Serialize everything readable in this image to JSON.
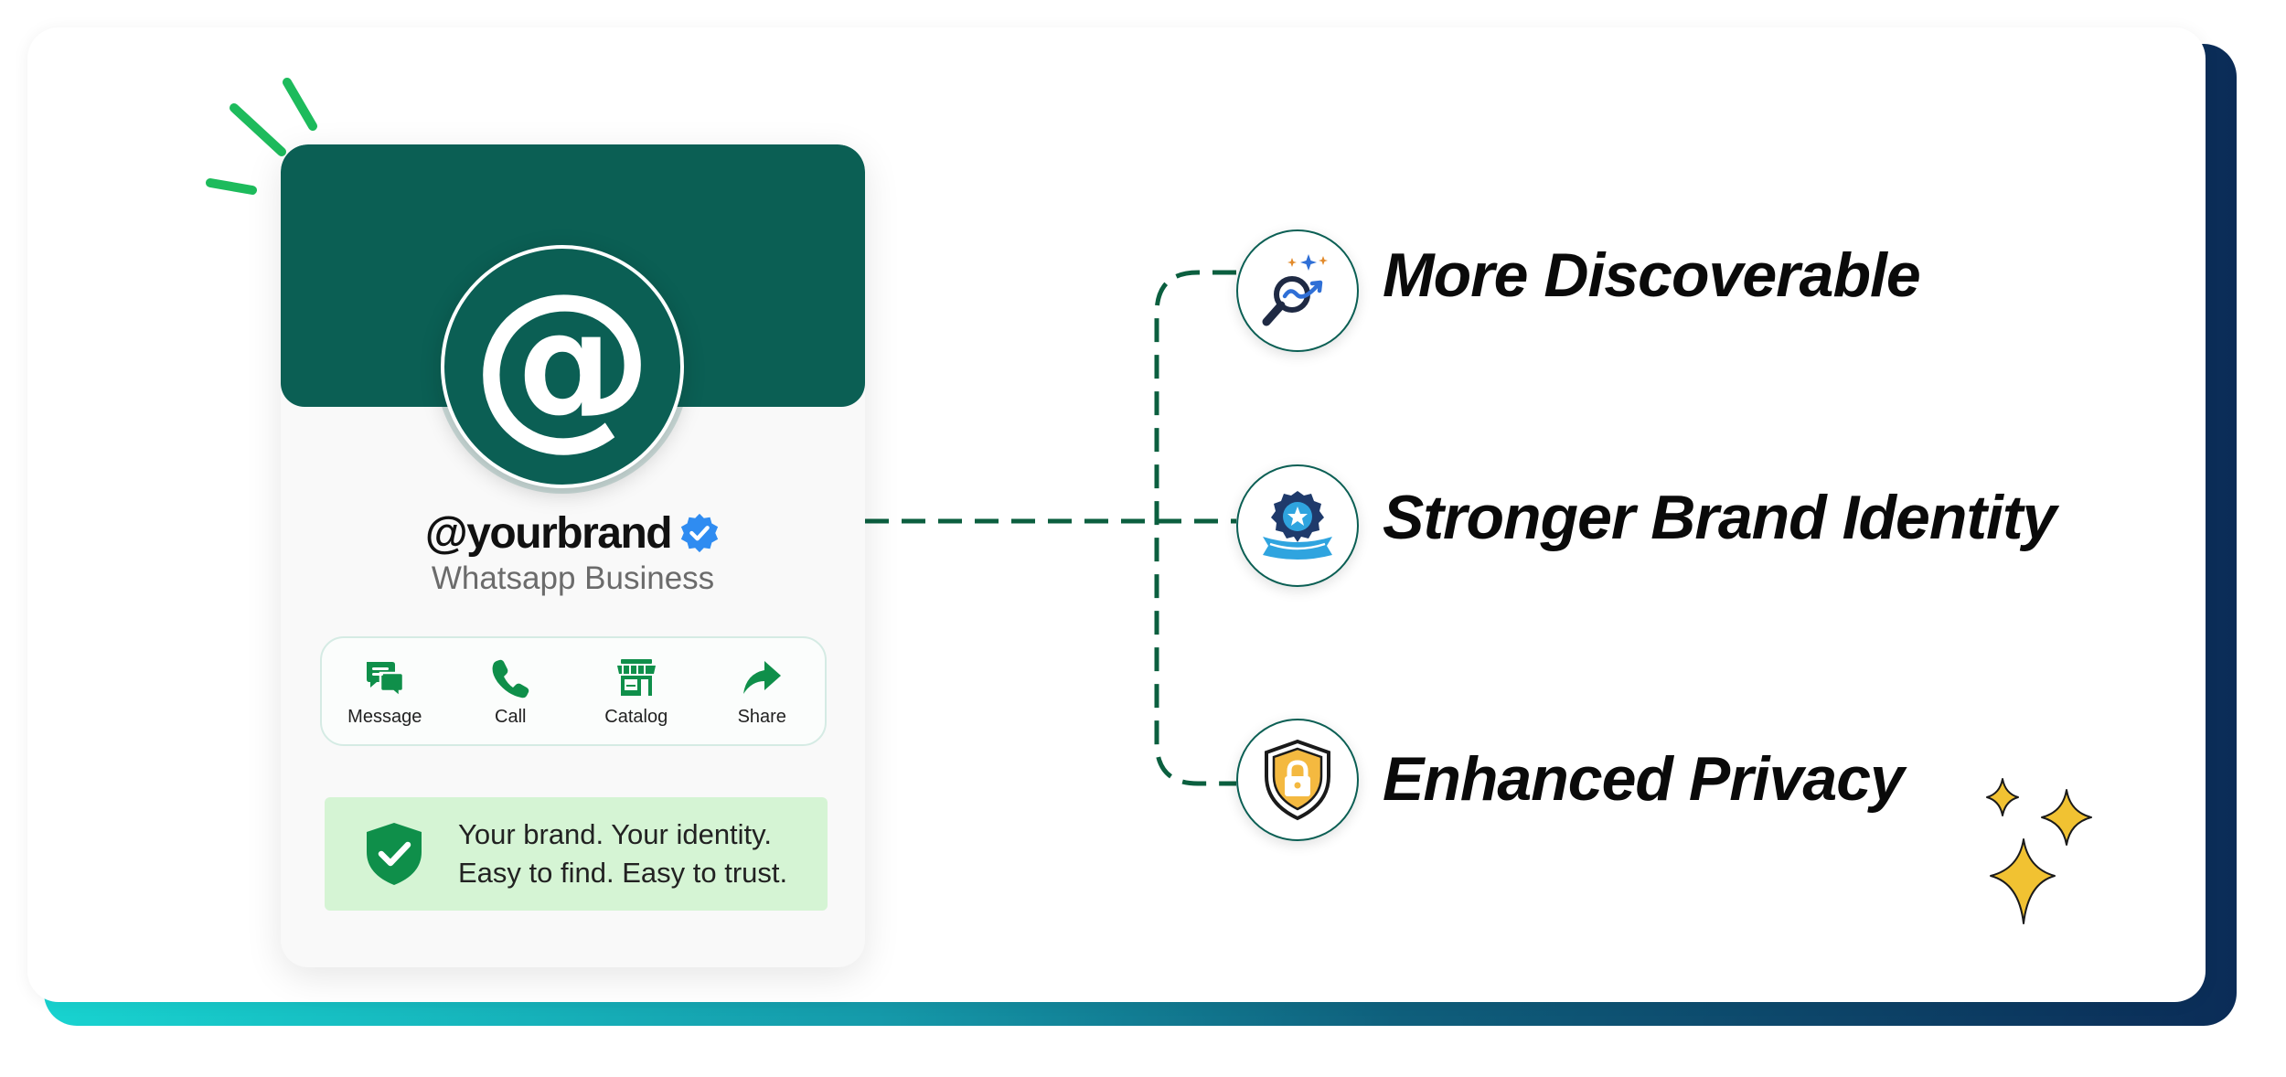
{
  "profile": {
    "avatar_glyph": "@",
    "handle": "@yourbrand",
    "subtitle": "Whatsapp Business",
    "verified_icon": "verified-badge-icon"
  },
  "actions": [
    {
      "label": "Message",
      "icon": "message-icon"
    },
    {
      "label": "Call",
      "icon": "phone-icon"
    },
    {
      "label": "Catalog",
      "icon": "storefront-icon"
    },
    {
      "label": "Share",
      "icon": "share-icon"
    }
  ],
  "trust": {
    "line1": "Your brand. Your identity.",
    "line2": "Easy to find. Easy to trust."
  },
  "features": [
    {
      "label": "More Discoverable",
      "icon": "search-growth-icon"
    },
    {
      "label": "Stronger Brand Identity",
      "icon": "brand-badge-icon"
    },
    {
      "label": "Enhanced Privacy",
      "icon": "shield-lock-icon"
    }
  ],
  "colors": {
    "brand_green": "#0b5f54",
    "accent_green": "#0f8f4a",
    "trust_bg": "#d5f4d4",
    "sparkle_yellow": "#f1c232",
    "gradient_start": "#18d3d0",
    "gradient_end": "#0b2c57"
  }
}
